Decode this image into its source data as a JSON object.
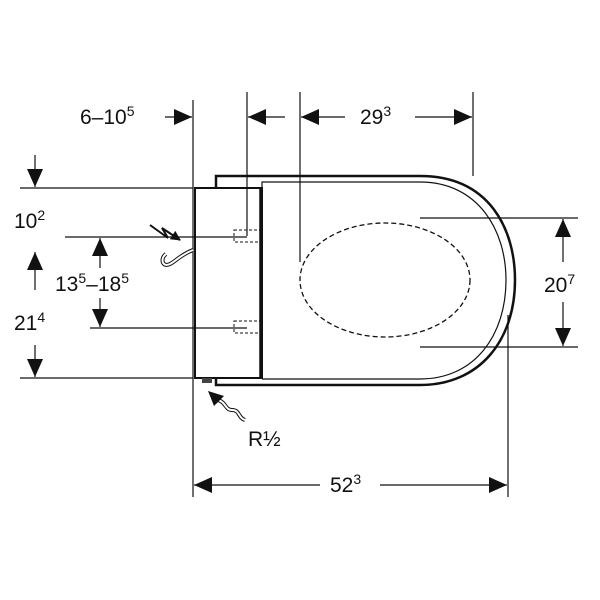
{
  "dimensions": {
    "wall_distance": {
      "base": "6–10",
      "sup": "5"
    },
    "seat_depth": {
      "base": "29",
      "sup": "3"
    },
    "top_offset": {
      "base": "10",
      "sup": "2"
    },
    "connector_range": {
      "base1": "13",
      "sup1": "5",
      "sep": "–18",
      "sup2": "5"
    },
    "height": {
      "base": "21",
      "sup": "4"
    },
    "seat_width": {
      "base": "20",
      "sup": "7"
    },
    "total_length": {
      "base": "52",
      "sup": "3"
    },
    "water_connection": "R½"
  },
  "colors": {
    "line": "#111111",
    "background": "#ffffff"
  }
}
